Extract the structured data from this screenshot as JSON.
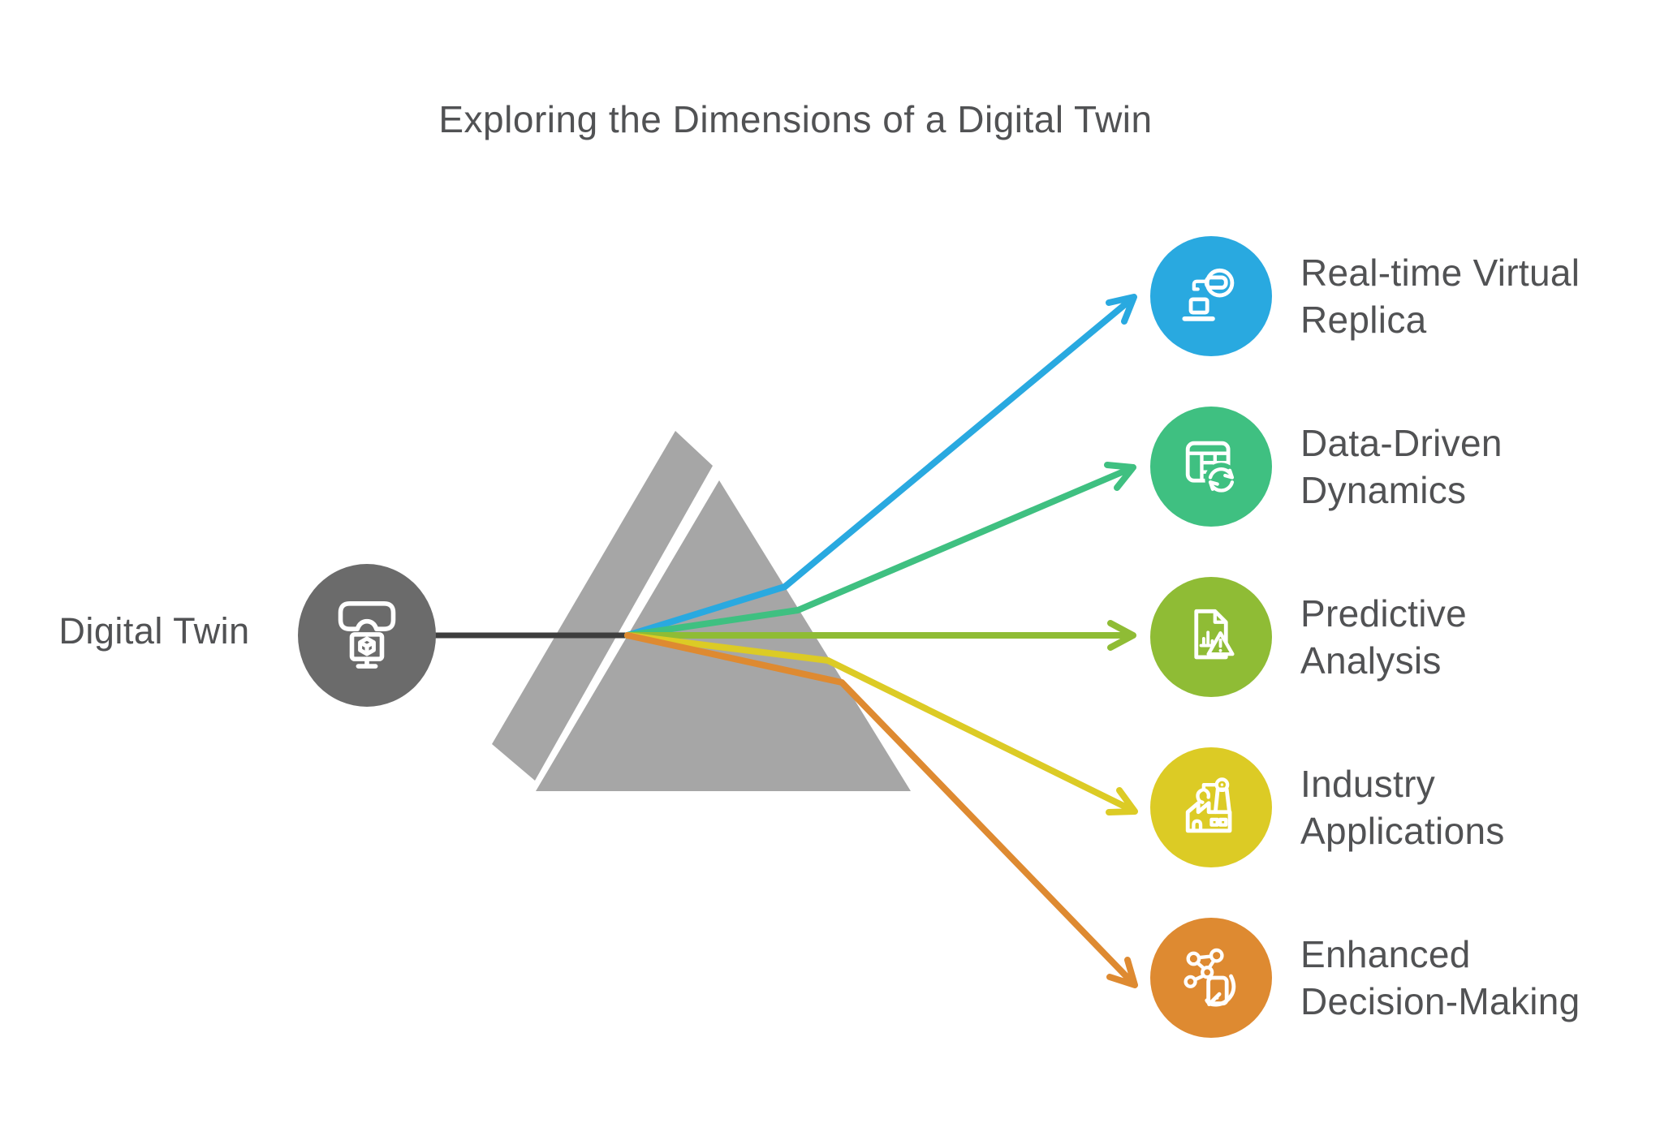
{
  "title": "Exploring the Dimensions of a Digital Twin",
  "source": {
    "label": "Digital Twin",
    "icon": "vr-goggles-monitor-cube-icon"
  },
  "colors": {
    "text": "#515254",
    "beam": "#3E3E3E",
    "prism": "#A6A6A6",
    "source_circle": "#6B6B6B"
  },
  "rows": [
    {
      "label": "Real-time Virtual Replica",
      "lines": [
        "Real-time Virtual",
        "Replica"
      ],
      "color": "#29A9E0",
      "icon": "vr-user-laptop-icon"
    },
    {
      "label": "Data-Driven Dynamics",
      "lines": [
        "Data-Driven",
        "Dynamics"
      ],
      "color": "#3FC081",
      "icon": "table-sync-icon"
    },
    {
      "label": "Predictive Analysis",
      "lines": [
        "Predictive",
        "Analysis"
      ],
      "color": "#8FBC35",
      "icon": "report-warning-icon"
    },
    {
      "label": "Industry Applications",
      "lines": [
        "Industry",
        "Applications"
      ],
      "color": "#DCCB25",
      "icon": "factory-robot-arm-icon"
    },
    {
      "label": "Enhanced Decision-Making",
      "lines": [
        "Enhanced",
        "Decision-Making"
      ],
      "color": "#DE8A31",
      "icon": "network-hand-phone-icon"
    }
  ]
}
